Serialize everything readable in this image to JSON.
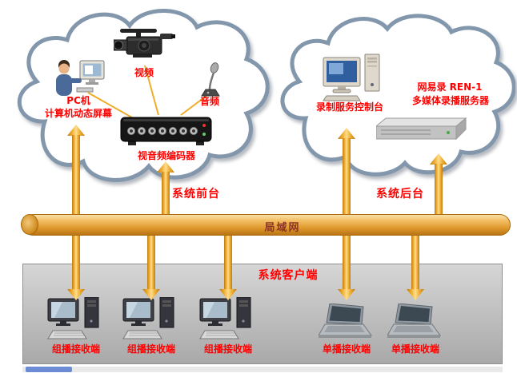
{
  "diagram": {
    "source_cloud": {
      "pc_label": "PC机",
      "pc_sublabel": "计算机动态屏幕",
      "video_label": "视频",
      "audio_label": "音频",
      "encoder_label": "视音频编码器"
    },
    "server_cloud": {
      "console_label": "录制服务控制台",
      "server_name": "网易录 REN-1",
      "server_sublabel": "多媒体录播服务器"
    },
    "stage_labels": {
      "front": "系统前台",
      "back": "系统后台"
    },
    "lan_label": "局域网",
    "client_area": {
      "label": "系统客户端",
      "clients": [
        {
          "type": "desktop",
          "label": "组播接收端"
        },
        {
          "type": "desktop",
          "label": "组播接收端"
        },
        {
          "type": "desktop",
          "label": "组播接收端"
        },
        {
          "type": "laptop",
          "label": "单播接收端"
        },
        {
          "type": "laptop",
          "label": "单播接收端"
        }
      ]
    },
    "icons": [
      "person-at-pc-icon",
      "camcorder-icon",
      "microphone-icon",
      "encoder-device-icon",
      "desktop-console-icon",
      "server-unit-icon",
      "client-desktop-icon",
      "client-laptop-icon"
    ],
    "colors": {
      "label_red": "#FF0000",
      "lan_text_maroon": "#8B3324",
      "arrow_gold": "#F0AE34",
      "pipe_orange": "#E09A2D",
      "cloud_border_gray": "#8296AC",
      "client_area_gray": "#BFBFBF"
    }
  }
}
